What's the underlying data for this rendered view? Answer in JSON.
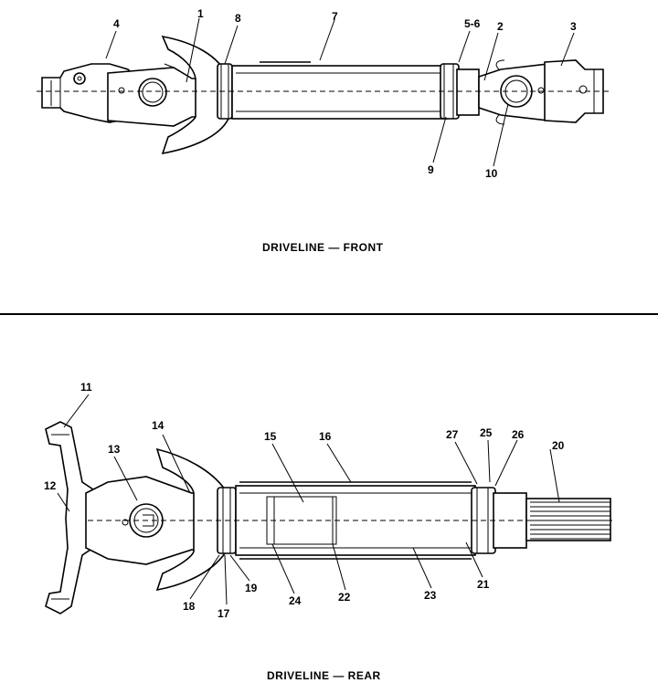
{
  "front": {
    "caption": "DRIVELINE — FRONT",
    "callouts": {
      "c1": "1",
      "c2": "2",
      "c3": "3",
      "c4": "4",
      "c56": "5-6",
      "c7": "7",
      "c8": "8",
      "c9": "9",
      "c10": "10"
    }
  },
  "rear": {
    "caption": "DRIVELINE — REAR",
    "callouts": {
      "c11": "11",
      "c12": "12",
      "c13": "13",
      "c14": "14",
      "c15": "15",
      "c16": "16",
      "c17": "17",
      "c18": "18",
      "c19": "19",
      "c20": "20",
      "c21": "21",
      "c22": "22",
      "c23": "23",
      "c24": "24",
      "c25": "25",
      "c26": "26",
      "c27": "27"
    }
  }
}
